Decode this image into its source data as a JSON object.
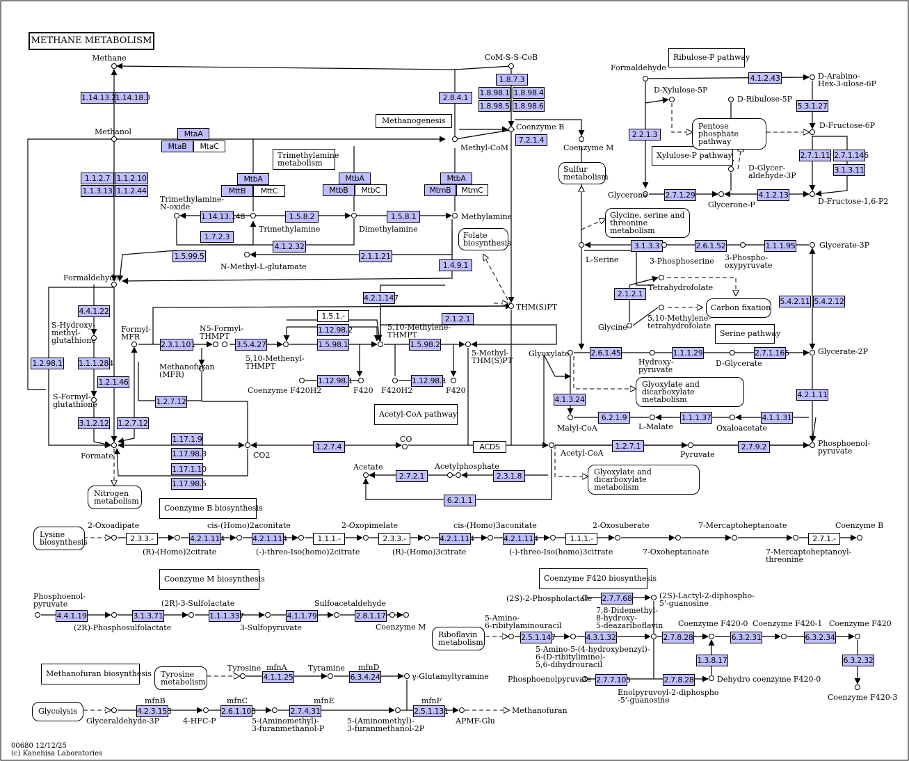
{
  "title": "METHANE METABOLISM",
  "footer": {
    "line1": "00680 12/12/25",
    "line2": "(c) Kanehisa Laboratories"
  },
  "colors": {
    "enzyme_fill": "#bfbfff",
    "line": "#000000",
    "background": "#ffffff"
  },
  "map_boxes": {
    "methanogenesis": "Methanogenesis",
    "trimethylamine": "Trimethylamine metabolism",
    "sulfur": "Sulfur metabolism",
    "folate": "Folate biosynthesis",
    "glycine_serine": "Glycine, serine and threonine metabolism",
    "carbon_fixation": "Carbon fixation",
    "serine_pathway": "Serine pathway",
    "glyoxylate1": "Glyoxylate and dicarboxylate metabolism",
    "glyoxylate2": "Glyoxylate and dicarboxylate metabolism",
    "acetyl_coa_pathway": "Acetyl-CoA pathway",
    "nitrogen": "Nitrogen metabolism",
    "ribulose": "Ribulose-P pathway",
    "xylulose": "Xylulose-P pathway",
    "pentose": "Pentose phosphate pathway",
    "coenzyme_b": "Coenzyme B biosynthesis",
    "coenzyme_m": "Coenzyme M biosynthesis",
    "coenzyme_f420": "Coenzyme F420 biosynthesis",
    "methanofuran": "Methanofuran biosynthesis",
    "lysine": "Lysine biosynthesis",
    "riboflavin": "Riboflavin metabolism",
    "tyrosine": "Tyrosine metabolism",
    "glycolysis": "Glycolysis"
  },
  "enzymes": {
    "e1": "1.14.13.25",
    "e2": "1.14.18.3",
    "e3": "1.1.2.7",
    "e4": "1.1.2.10",
    "e5": "1.1.3.13",
    "e6": "1.1.2.44",
    "e7": "MtaA",
    "e8": "MtaB",
    "e9": "MtaC",
    "e10": "MtbA",
    "e11": "MttB",
    "e12": "MttC",
    "e13": "MtbA",
    "e14": "MtbB",
    "e15": "MtbC",
    "e16": "MtbA",
    "e17": "MtmB",
    "e18": "MtmC",
    "e19": "1.14.13.148",
    "e20": "1.5.8.2",
    "e21": "1.5.8.1",
    "e22": "1.7.2.3",
    "e23": "4.1.2.32",
    "e24": "1.5.99.5",
    "e25": "2.1.1.21",
    "e26": "1.4.9.1",
    "e27": "2.8.4.1",
    "e28": "1.8.7.3",
    "e29": "1.8.98.1",
    "e30": "1.8.98.4",
    "e31": "1.8.98.5",
    "e32": "1.8.98.6",
    "e33": "7.2.1.4",
    "e34": "4.4.1.22",
    "e35": "1.1.1.284",
    "e36": "3.1.2.12",
    "e37": "1.2.98.1",
    "e38": "1.2.1.46",
    "e39": "1.2.7.12",
    "e40": "2.3.1.101",
    "e41": "3.5.4.27",
    "e42": "1.5.1.-",
    "e43": "1.12.98.2",
    "e44": "1.5.98.1",
    "e45": "1.12.98.1",
    "e46": "4.2.1.147",
    "e47": "1.5.98.2",
    "e48": "1.12.98.1",
    "e49": "2.1.2.1",
    "e50": "1.2.7.12",
    "e51": "1.17.1.9",
    "e52": "1.17.98.3",
    "e53": "1.17.1.10",
    "e54": "1.17.98.5",
    "e55": "1.2.7.4",
    "e56": "ACDS",
    "e57": "2.7.2.1",
    "e58": "2.3.1.8",
    "e59": "6.2.1.1",
    "e60": "4.1.2.43",
    "e61": "5.3.1.27",
    "e62": "2.2.1.3",
    "e63": "2.7.1.11",
    "e64": "2.7.1.146",
    "e65": "3.1.3.11",
    "e66": "2.7.1.29",
    "e67": "4.1.2.13",
    "e68": "3.1.3.3",
    "e69": "2.6.1.52",
    "e70": "1.1.1.95",
    "e71": "2.1.2.1",
    "e72": "5.4.2.11",
    "e73": "5.4.2.12",
    "e74": "2.6.1.45",
    "e75": "1.1.1.29",
    "e76": "2.7.1.165",
    "e77": "4.1.3.24",
    "e78": "6.2.1.9",
    "e79": "1.1.1.37",
    "e80": "4.1.1.31",
    "e81": "4.2.1.11",
    "e82": "1.2.7.1",
    "e83": "2.7.9.2",
    "e84": "2.3.3.-",
    "e85": "4.2.1.114",
    "e86": "4.2.1.114",
    "e87": "1.1.1.-",
    "e88": "2.3.3.-",
    "e89": "4.2.1.114",
    "e90": "4.2.1.114",
    "e91": "1.1.1.-",
    "e92": "2.7.1.-",
    "e93": "4.4.1.19",
    "e94": "3.1.3.71",
    "e95": "1.1.1.337",
    "e96": "4.1.1.79",
    "e97": "2.8.1.17",
    "e98": "2.7.7.68",
    "e99": "2.5.1.147",
    "e100": "4.3.1.32",
    "e101": "2.7.8.28",
    "e102": "6.3.2.31",
    "e103": "6.3.2.34",
    "e104": "1.3.8.17",
    "e105": "6.3.2.32",
    "e106": "2.7.7.105",
    "e107": "2.7.8.28",
    "e108": "4.1.1.25",
    "e109": "6.3.4.24",
    "e110": "4.2.3.153",
    "e111": "2.6.1.108",
    "e112": "2.7.4.31",
    "e113": "2.5.1.131"
  },
  "compounds": {
    "methane": "Methane",
    "methanol": "Methanol",
    "com_s_s_cob": "CoM-S-S-CoB",
    "coenzyme_b": "Coenzyme B",
    "coenzyme_m": "Coenzyme M",
    "methyl_com": "Methyl-CoM",
    "tmao": "Trimethylamine-\nN-oxide",
    "trimethylamine": "Trimethylamine",
    "dimethylamine": "Dimethylamine",
    "methylamine": "Methylamine",
    "nmethyl_glutamate": "N-Methyl-L-glutamate",
    "formaldehyde": "Formaldehyde",
    "s_hydroxymethyl": "S-Hydroxy-\nmethyl-\nglutathione",
    "s_formyl": "S-Formyl-\nglutathione",
    "formate": "Formate",
    "formyl_mfr": "Formyl-\nMFR",
    "methanofuran_mfr": "Methanofuran\n(MFR)",
    "n5_formyl": "N5-Formyl-\nTHMPT",
    "methenyl": "5,10-Methenyl-\nTHMPT",
    "methylene": "5,10-Methylene-\nTHMPT",
    "coenzyme_f420h2": "Coenzyme F420H2",
    "f420_a": "F420",
    "f420h2": "F420H2",
    "f420_b": "F420",
    "methyl_thmspt": "5-Methyl-\nTHM(S)PT",
    "thmspt": "THM(S)PT",
    "co2": "CO2",
    "co": "CO",
    "acetate": "Acetate",
    "acetylphosphate": "Acetylphosphate",
    "acetyl_coa": "Acetyl-CoA",
    "formaldehyde_r": "Formaldehyde",
    "d_arabino": "D-Arabino-\nHex-3-ulose-6P",
    "d_xylulose": "D-Xylulose-5P",
    "d_ribulose": "D-Ribulose-5P",
    "d_fructose_6p": "D-Fructose-6P",
    "d_glyceraldehyde": "D-Glycer-\naldehyde-3P",
    "glycerone": "Glycerone",
    "glycerone_p": "Glycerone-P",
    "d_fructose_16p": "D-Fructose-1,6-P2",
    "l_serine": "L-Serine",
    "phosphoserine": "3-Phosphoserine",
    "phosphooxypyruvate": "3-Phospho-\noxypyruvate",
    "glycerate_3p": "Glycerate-3P",
    "thf": "Tetrahydrofolate",
    "methylene_thf": "5,10-Methylene-\ntetrahydrofolate",
    "glycine": "Glycine",
    "glyoxylate": "Glyoxylate",
    "hydroxypyruvate": "Hydroxy-\npyruvate",
    "d_glycerate": "D-Glycerate",
    "glycerate_2p": "Glycerate-2P",
    "malyl_coa": "Malyl-CoA",
    "l_malate": "L-Malate",
    "oxaloacetate": "Oxaloacetate",
    "pep": "Phosphoenol-\npyruvate",
    "pyruvate": "Pyruvate",
    "oxoadipate": "2-Oxoadipate",
    "homocitrate": "(R)-(Homo)2citrate",
    "homoaconitate": "cis-(Homo)2aconitate",
    "threo_iso2": "(-)-threo-Iso(homo)2citrate",
    "oxopimelate": "2-Oxopimelate",
    "homocitrate3": "(R)-(Homo)3citrate",
    "homoaconitate3": "cis-(Homo)3aconitate",
    "threo_iso3": "(-)-threo-Iso(homo)3citrate",
    "oxosuberate": "2-Oxosuberate",
    "oxoheptanoate": "7-Oxoheptanoate",
    "mercaptoheptanoate": "7-Mercaptoheptanoate",
    "mercaptoheptanoyl": "7-Mercaptoheptanoyl-\nthreonine",
    "coenzyme_b2": "Coenzyme B",
    "pep2": "Phosphoenol-\npyruvate",
    "phosphosulfolactate": "(2R)-Phosphosulfolactate",
    "sulfolactate": "(2R)-3-Sulfolactate",
    "sulfopyruvate": "3-Sulfopyruvate",
    "sulfoacetaldehyde": "Sulfoacetaldehyde",
    "coenzyme_m2": "Coenzyme M",
    "phospholactate": "(2S)-2-Phospholactate",
    "lactyl": "(2S)-Lactyl-2-diphospho-\n5'-guanosine",
    "amino_ribityl": "5-Amino-\n6-ribitylaminouracil",
    "amino_hydroxybenzyl": "5-Amino-5-(4-hydroxybenzyl)-\n6-(D-ribitylimino)-\n5,6-dihydrouracil",
    "didemethyl": "7,8-Didemethyl-\n8-hydroxy-\n5-deazariboflavin",
    "f420_0": "Coenzyme F420-0",
    "f420_1": "Coenzyme F420-1",
    "f420": "Coenzyme F420",
    "dehydro_f420": "Dehydro coenzyme F420-0",
    "f420_3": "Coenzyme F420-3",
    "pep3": "Phosphoenolpyruvate",
    "enolpyruvoyl": "Enolpyruvoyl-2-diphospho\n-5'-guanosine",
    "tyrosine": "Tyrosine",
    "tyramine": "Tyramine",
    "mfnA": "mfnA",
    "mfnD": "mfnD",
    "glutamyltyramine": "γ-Glutamyltyramine",
    "glyceraldehyde": "Glyceraldehyde-3P",
    "hfc_p": "4-HFC-P",
    "aminomethyl_p": "5-(Aminomethyl)-\n3-furanmethanol-P",
    "aminomethyl_2p": "5-(Aminomethyl)-\n3-furanmethanol-2P",
    "apmf": "APMF-Glu",
    "methanofuran": "Methanofuran",
    "mfnB": "mfnB",
    "mfnC": "mfnC",
    "mfnE": "mfnE",
    "mfnF": "mfnF"
  }
}
